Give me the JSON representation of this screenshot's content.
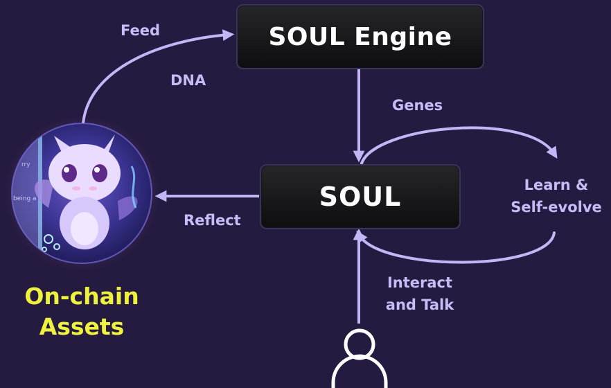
{
  "nodes": {
    "engine": "SOUL Engine",
    "soul": "SOUL",
    "assets_line1": "On-chain",
    "assets_line2": "Assets"
  },
  "edges": {
    "feed": "Feed",
    "dna": "DNA",
    "genes": "Genes",
    "learn_line1": "Learn &",
    "learn_line2": "Self-evolve",
    "reflect": "Reflect",
    "interact_line1": "Interact",
    "interact_line2": "and Talk"
  },
  "avatar_card": {
    "snippet_1": "rry",
    "snippet_2": "being a"
  },
  "colors": {
    "background": "#251a3f",
    "arrow": "#c2b6f5",
    "label": "#c7bcf5",
    "assets_label": "#eef23e",
    "box": "#121214"
  },
  "icons": [
    "user-icon",
    "dragon-avatar"
  ]
}
